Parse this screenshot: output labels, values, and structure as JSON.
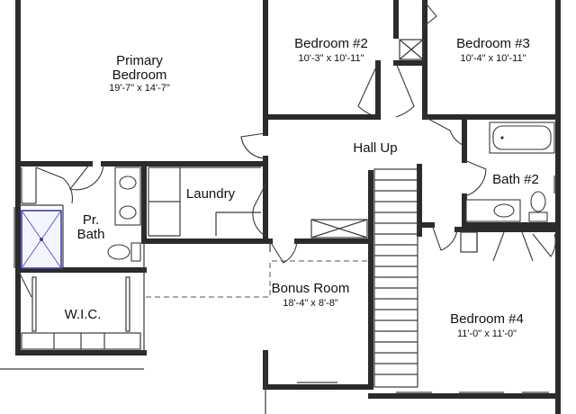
{
  "rooms": {
    "primary_bedroom": {
      "name_line1": "Primary",
      "name_line2": "Bedroom",
      "dims": "19'-7\" x 14'-7\""
    },
    "bedroom_2": {
      "name": "Bedroom #2",
      "dims": "10'-3\" x 10'-11\""
    },
    "bedroom_3": {
      "name": "Bedroom #3",
      "dims": "10'-4\" x 10'-11\""
    },
    "hall_up": {
      "name": "Hall Up"
    },
    "laundry": {
      "name": "Laundry"
    },
    "pr_bath": {
      "name_line1": "Pr.",
      "name_line2": "Bath"
    },
    "bath_2": {
      "name": "Bath #2"
    },
    "wic": {
      "name": "W.I.C."
    },
    "bonus_room": {
      "name": "Bonus Room",
      "dims": "18'-4\" x 8'-8\""
    },
    "bedroom_4": {
      "name": "Bedroom #4",
      "dims": "11'-0\" x 11'-0\""
    }
  },
  "colors": {
    "wall": "#2b2b2b",
    "shower": "#3a3fb0"
  }
}
